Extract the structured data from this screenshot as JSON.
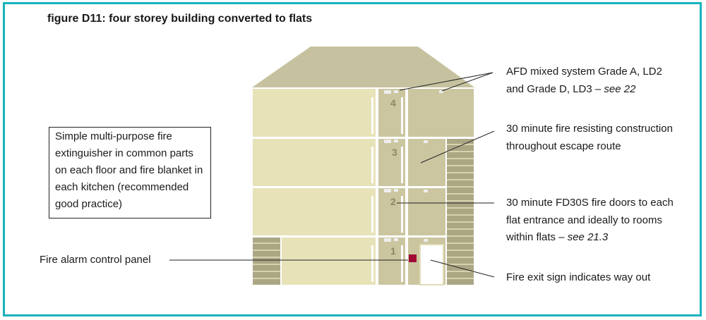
{
  "title": "figure D11: four storey building converted to flats",
  "floor_numbers": [
    "1",
    "2",
    "3",
    "4"
  ],
  "callouts": {
    "extinguisher": "Simple multi-purpose fire extinguisher in common parts on each floor and fire blanket in each kitchen (recommended good practice)",
    "alarm_panel": "Fire alarm control panel",
    "afd": {
      "text": "AFD mixed system Grade A, LD2 and Grade D, LD3 –",
      "ref": "see 22"
    },
    "construction": "30 minute fire resisting construction throughout escape route",
    "doors": {
      "text": "30 minute FD30S fire doors to each flat entrance and ideally to rooms within flats –",
      "ref": "see 21.3"
    },
    "exit_sign": "Fire exit sign indicates way out"
  },
  "colors": {
    "border": "#19b2bb",
    "roof": "#c6c29f",
    "flat": "#e7e2b8",
    "common": "#cbc6a0",
    "stair": "#aba785",
    "panel": "#a00b34"
  }
}
